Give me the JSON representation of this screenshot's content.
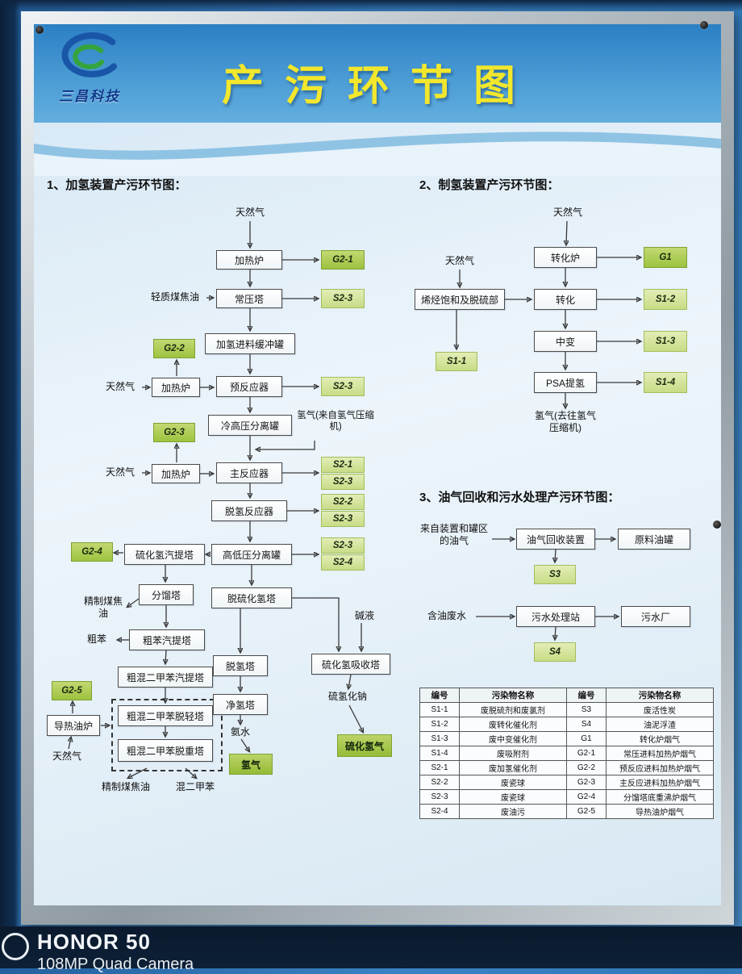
{
  "watermark": {
    "brand": "HONOR 50",
    "camera": "108MP Quad Camera"
  },
  "header": {
    "logo_text": "三昌科技",
    "title": "产污环节图"
  },
  "section1": {
    "title": "1、加氢装置产污环节图：",
    "labels": {
      "natural_gas": "天然气",
      "heater": "加热炉",
      "light_coal_tar": "轻质煤焦油",
      "atm_tower": "常压塔",
      "feed_buffer": "加氢进料缓冲罐",
      "pre_reactor": "预反应器",
      "cold_hp_sep": "冷高压分离罐",
      "h2_from_compressor": "氢气(来自氢气压缩机)",
      "main_reactor": "主反应器",
      "dehydro_reactor": "脱氢反应器",
      "h2s_stripper": "硫化氢汽提塔",
      "hl_sep": "高低压分离罐",
      "fractionator": "分馏塔",
      "h2s_removal": "脱硫化氢塔",
      "refined_tar": "精制煤焦油",
      "crude_benzene": "粗苯",
      "crude_benzene_stripper": "粗苯汽提塔",
      "alkali": "碱液",
      "xylene_stripper": "粗混二甲苯汽提塔",
      "deh_tower": "脱氢塔",
      "h2s_absorber": "硫化氢吸收塔",
      "hot_oil_furnace": "导热油炉",
      "xylene_light": "粗混二甲苯脱轻塔",
      "xylene_heavy": "粗混二甲苯脱重塔",
      "pure_h2_tower": "净氢塔",
      "ammonia_water": "氨水",
      "h2_product": "氢气",
      "nahs": "硫氢化钠",
      "h2s_gas_product": "硫化氢气",
      "mixed_xylene": "混二甲苯"
    },
    "codes": {
      "g2_1": "G2-1",
      "g2_2": "G2-2",
      "g2_3": "G2-3",
      "g2_4": "G2-4",
      "g2_5": "G2-5",
      "s2_1": "S2-1",
      "s2_2": "S2-2",
      "s2_3": "S2-3",
      "s2_4": "S2-4"
    }
  },
  "section2": {
    "title": "2、制氢装置产污环节图：",
    "labels": {
      "natural_gas": "天然气",
      "reformer_furnace": "转化炉",
      "olefin_sat": "烯烃饱和及脱硫部",
      "reforming": "转化",
      "shift": "中变",
      "psa": "PSA提氢",
      "h2_to_compressor": "氢气(去往氢气压缩机)"
    },
    "codes": {
      "g1": "G1",
      "s1_1": "S1-1",
      "s1_2": "S1-2",
      "s1_3": "S1-3",
      "s1_4": "S1-4"
    }
  },
  "section3": {
    "title": "3、油气回收和污水处理产污环节图：",
    "labels": {
      "oil_gas_from": "来自装置和罐区的油气",
      "recovery_unit": "油气回收装置",
      "raw_oil_tank": "原料油罐",
      "oily_wastewater": "含油废水",
      "ww_station": "污水处理站",
      "ww_plant": "污水厂"
    },
    "codes": {
      "s3": "S3",
      "s4": "S4"
    }
  },
  "table": {
    "headers": [
      "编号",
      "污染物名称",
      "编号",
      "污染物名称"
    ],
    "rows": [
      [
        "S1-1",
        "废脱硫剂和废氯剂",
        "S3",
        "废活性炭"
      ],
      [
        "S1-2",
        "废转化催化剂",
        "S4",
        "油泥浮渣"
      ],
      [
        "S1-3",
        "废中变催化剂",
        "G1",
        "转化炉烟气"
      ],
      [
        "S1-4",
        "废吸附剂",
        "G2-1",
        "常压进料加热炉烟气"
      ],
      [
        "S2-1",
        "废加氢催化剂",
        "G2-2",
        "预反应进料加热炉烟气"
      ],
      [
        "S2-2",
        "废瓷球",
        "G2-3",
        "主反应进料加热炉烟气"
      ],
      [
        "S2-3",
        "废瓷球",
        "G2-4",
        "分馏塔底重沸炉烟气"
      ],
      [
        "S2-4",
        "废油污",
        "G2-5",
        "导热油炉烟气"
      ]
    ]
  }
}
